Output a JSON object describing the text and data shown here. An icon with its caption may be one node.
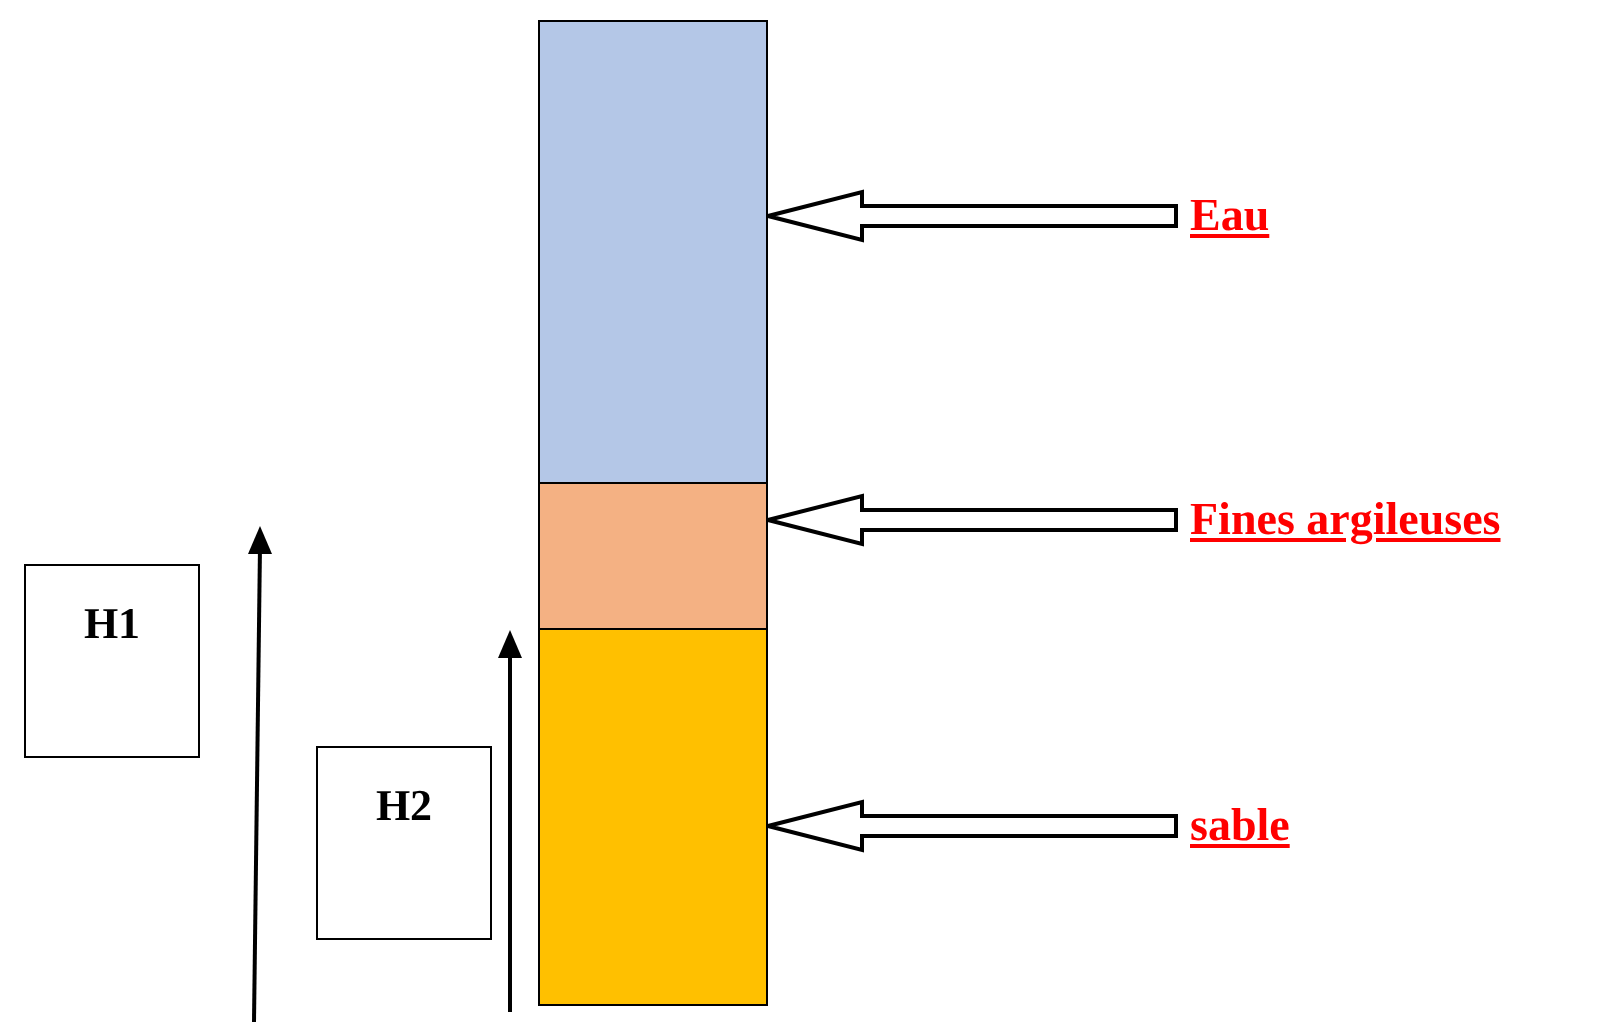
{
  "diagram": {
    "nodes": [
      {
        "text": [],
        "shape": "box"
      },
      {
        "text": [],
        "shape": "box"
      },
      {
        "text": [],
        "shape": "box"
      },
      {
        "text": [
          "Eau"
        ]
      },
      {
        "text": [
          "Fines argileuses"
        ]
      },
      {
        "text": [
          "sable"
        ]
      },
      {
        "text": [
          "H1"
        ]
      },
      {
        "text": [
          "H2"
        ]
      }
    ],
    "edges": [
      {
        "from": 3,
        "to": 0,
        "arrow": "to"
      },
      {
        "from": 4,
        "to": 1,
        "arrow": "to"
      },
      {
        "from": 5,
        "to": 2,
        "arrow": "to"
      }
    ]
  }
}
